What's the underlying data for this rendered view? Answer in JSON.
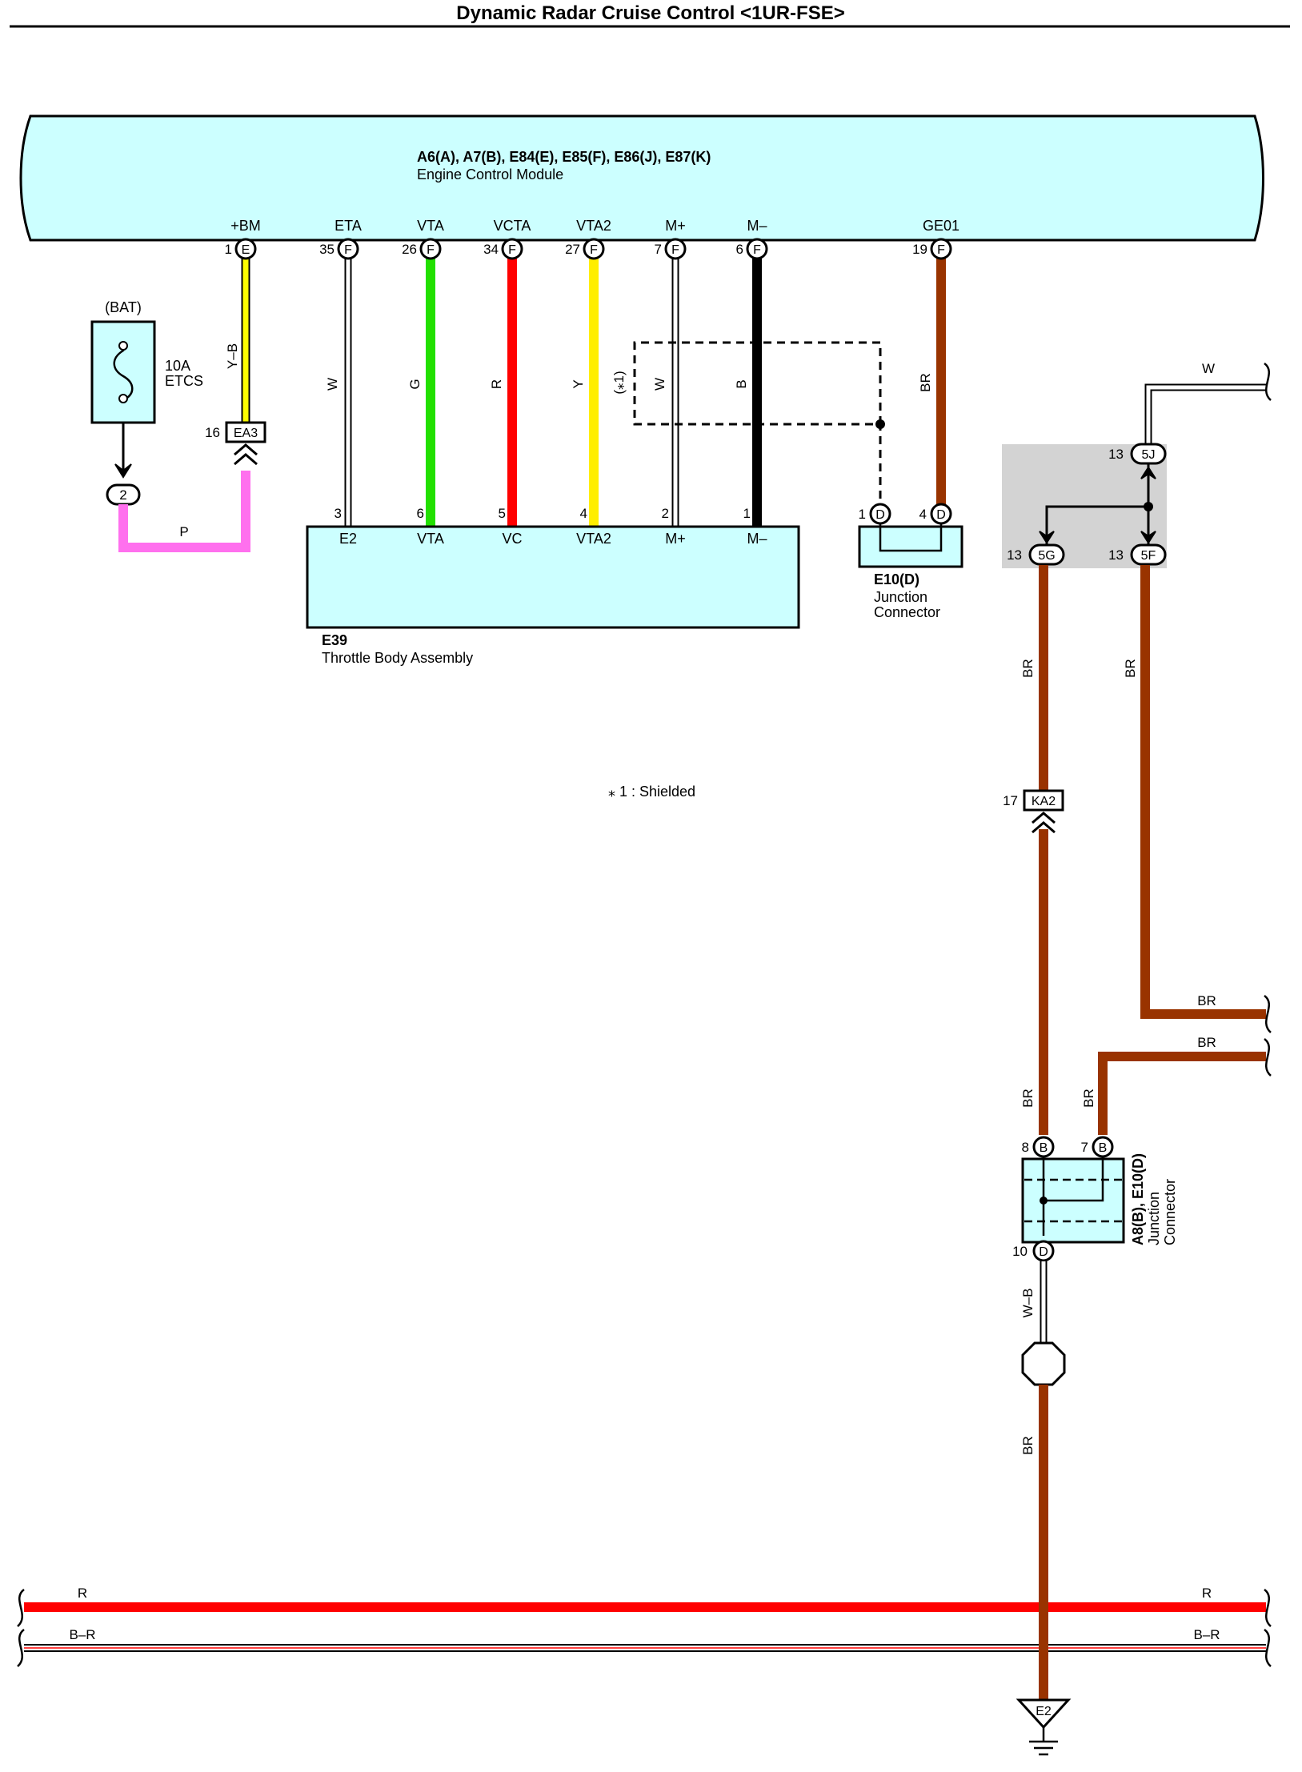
{
  "title": "Dynamic Radar Cruise Control <1UR-FSE>",
  "ecm": {
    "codes": "A6(A), A7(B), E84(E), E85(F), E86(J), E87(K)",
    "name": "Engine Control Module",
    "pins": [
      {
        "label": "+BM",
        "num": "1",
        "conn": "E"
      },
      {
        "label": "ETA",
        "num": "35",
        "conn": "F"
      },
      {
        "label": "VTA",
        "num": "26",
        "conn": "F"
      },
      {
        "label": "VCTA",
        "num": "34",
        "conn": "F"
      },
      {
        "label": "VTA2",
        "num": "27",
        "conn": "F"
      },
      {
        "label": "M+",
        "num": "7",
        "conn": "F"
      },
      {
        "label": "M–",
        "num": "6",
        "conn": "F"
      },
      {
        "label": "GE01",
        "num": "19",
        "conn": "F"
      }
    ]
  },
  "fuse": {
    "source": "(BAT)",
    "rating": "10A",
    "name": "ETCS",
    "pin": "2"
  },
  "connector_ea3": {
    "num": "16",
    "name": "EA3"
  },
  "wire_colors": {
    "yb": "Y–B",
    "w": "W",
    "g": "G",
    "r": "R",
    "y": "Y",
    "b": "B",
    "br": "BR",
    "p": "P",
    "wb": "W–B",
    "br_line": "B–R"
  },
  "shield": {
    "mark": "(⁎1)",
    "note": "⁎ 1 : Shielded"
  },
  "throttle": {
    "code": "E39",
    "name": "Throttle Body Assembly",
    "pins": [
      {
        "num": "3",
        "label": "E2"
      },
      {
        "num": "6",
        "label": "VTA"
      },
      {
        "num": "5",
        "label": "VC"
      },
      {
        "num": "4",
        "label": "VTA2"
      },
      {
        "num": "2",
        "label": "M+"
      },
      {
        "num": "1",
        "label": "M–"
      }
    ]
  },
  "junction_e10": {
    "code": "E10(D)",
    "name1": "Junction",
    "name2": "Connector",
    "pin1": "1",
    "pin1conn": "D",
    "pin4": "4",
    "pin4conn": "D"
  },
  "splice_block": {
    "pin_5j": "13",
    "conn_5j": "5J",
    "pin_5g": "13",
    "conn_5g": "5G",
    "pin_5f": "13",
    "conn_5f": "5F"
  },
  "connector_ka2": {
    "num": "17",
    "name": "KA2"
  },
  "junction_a8": {
    "code": "A8(B), E10(D)",
    "name1": "Junction",
    "name2": "Connector",
    "pin8": "8",
    "pin8conn": "B",
    "pin7": "7",
    "pin7conn": "B",
    "pin10": "10",
    "pin10conn": "D"
  },
  "ground": {
    "name": "E2"
  },
  "colors": {
    "yb_wire": "#ffff00",
    "g_wire": "#22e000",
    "r_wire": "#ff0000",
    "y_wire": "#ffee00",
    "b_wire": "#000000",
    "br_wire": "#993300",
    "p_wire": "#ff70ee",
    "module_fill": "#ccffff",
    "splice_fill": "#d3d3d3"
  }
}
